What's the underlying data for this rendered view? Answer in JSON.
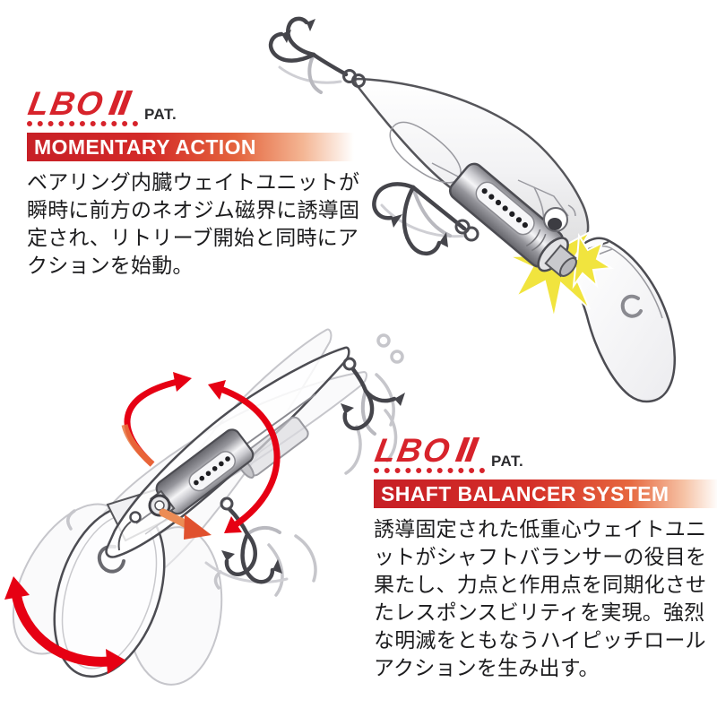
{
  "colors": {
    "logo_red": "#d7232b",
    "bar_red": "#c71f26",
    "arrow_red": "#e60013",
    "arrow_orange": "#e8703c",
    "flash_yellow": "#f1e43e",
    "body_text": "#1c1c1e",
    "lineart_gray": "#4c4c52"
  },
  "momentary": {
    "logo": "LBO",
    "logo_numeral": "Ⅱ",
    "pat_label": "PAT.",
    "heading": "MOMENTARY ACTION",
    "body": "ベアリング内臓ウェイトユニットが瞬時に前方のネオジム磁界に誘導固定され、リトリーブ開始と同時にアクションを始動。"
  },
  "shaft": {
    "logo": "LBO",
    "logo_numeral": "Ⅱ",
    "pat_label": "PAT.",
    "heading": "SHAFT BALANCER SYSTEM",
    "body": "誘導固定された低重心ウェイトユニットがシャフトバランサーの役目を果たし、力点と作用点を同期化させたレスポンスビリティを実現。強烈な明滅をともなうハイピッチロールアクションを生み出す。"
  }
}
